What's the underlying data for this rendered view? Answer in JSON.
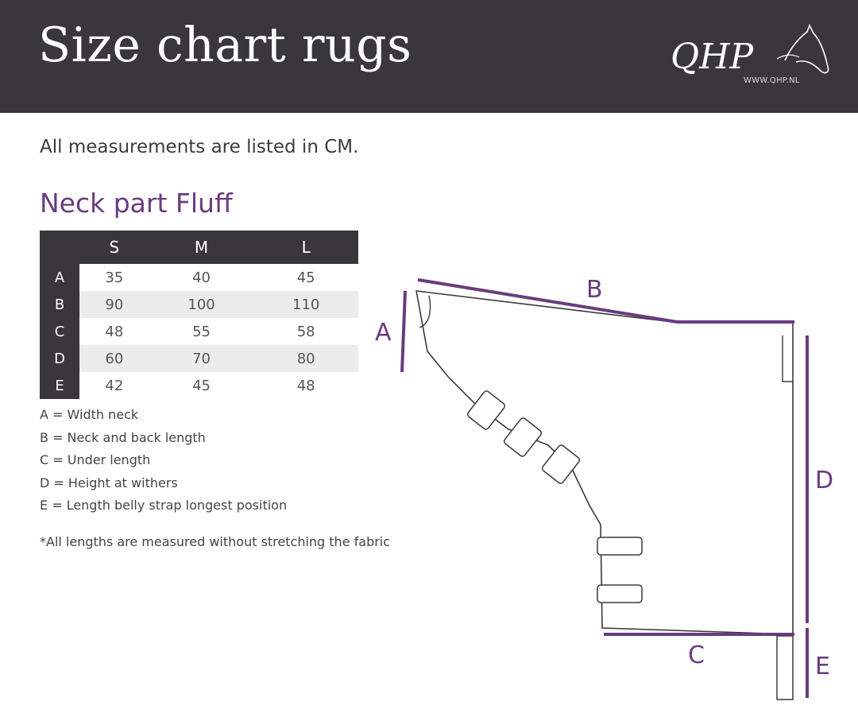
{
  "header": {
    "title": "Size chart rugs",
    "logo_text": "QHP",
    "logo_url": "WWW.QHP.NL"
  },
  "intro": "All measurements are listed in CM.",
  "section_title": "Neck part Fluff",
  "table": {
    "columns": [
      "S",
      "M",
      "L"
    ],
    "rows": [
      {
        "label": "A",
        "values": [
          "35",
          "40",
          "45"
        ]
      },
      {
        "label": "B",
        "values": [
          "90",
          "100",
          "110"
        ]
      },
      {
        "label": "C",
        "values": [
          "48",
          "55",
          "58"
        ]
      },
      {
        "label": "D",
        "values": [
          "60",
          "70",
          "80"
        ]
      },
      {
        "label": "E",
        "values": [
          "42",
          "45",
          "48"
        ]
      }
    ]
  },
  "legend": [
    "A = Width neck",
    "B = Neck and back length",
    "C = Under length",
    "D = Height at withers",
    "E = Length belly strap longest position"
  ],
  "note": "*All lengths are measured without stretching the fabric",
  "diagram": {
    "labels": {
      "a": "A",
      "b": "B",
      "c": "C",
      "d": "D",
      "e": "E"
    },
    "colors": {
      "accent": "#6a3b80",
      "outline": "#3a3a3a"
    }
  }
}
